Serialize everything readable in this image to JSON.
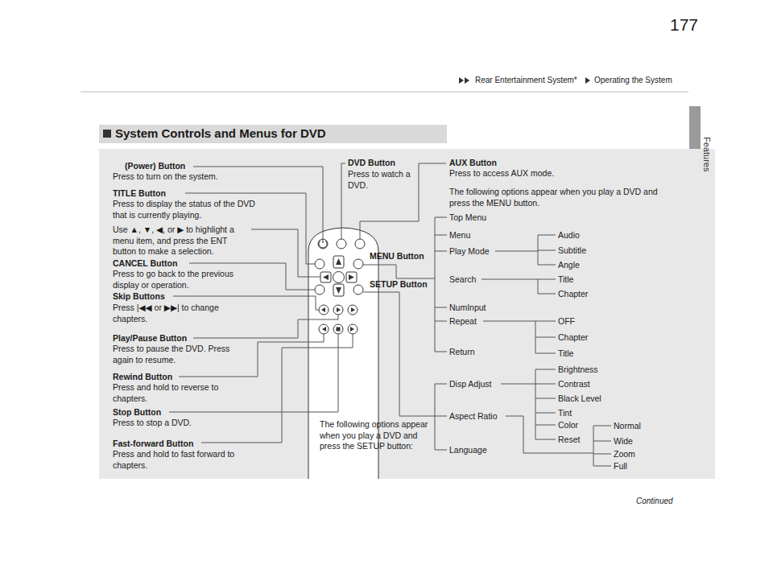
{
  "diagram": {
    "title": "System Controls and Menus for DVD",
    "labels": [
      "Rear Entertainment System*",
      "Operating the System",
      "177",
      "Features",
      "Continued",
      "(Power) Button",
      "Press to turn on the system.",
      "TITLE Button",
      "Press to display the status of the DVD that is currently playing.",
      "Use ▲, ▼, ◀, or ▶ to highlight a menu item, and press the ENT button to make a selection.",
      "CANCEL Button",
      "Press to go back to the previous display or operation.",
      "Skip Buttons",
      "Press |◀◀ or ▶▶| to change chapters.",
      "Play/Pause Button",
      "Press to pause the DVD. Press again to resume.",
      "Rewind Button",
      "Press and hold to reverse to chapters.",
      "Stop Button",
      "Press to stop a DVD.",
      "Fast-forward Button",
      "Press and hold to fast forward to chapters.",
      "DVD Button",
      "Press to watch a DVD.",
      "MENU Button",
      "SETUP Button",
      "AUX Button",
      "Press to access AUX mode.",
      "The following options appear when you play a DVD and press the MENU button.",
      "Top Menu",
      "Menu",
      "Play Mode",
      "Audio",
      "Subtitle",
      "Angle",
      "Search",
      "Title",
      "Chapter",
      "NumInput",
      "Repeat",
      "OFF",
      "Chapter",
      "Title",
      "Return",
      "Disp Adjust",
      "Brightness",
      "Contrast",
      "Black Level",
      "Tint",
      "Color",
      "Reset",
      "Aspect Ratio",
      "Normal",
      "Wide",
      "Zoom",
      "Full",
      "Language",
      "The following options appear when you play a DVD and press the SETUP button:"
    ]
  }
}
